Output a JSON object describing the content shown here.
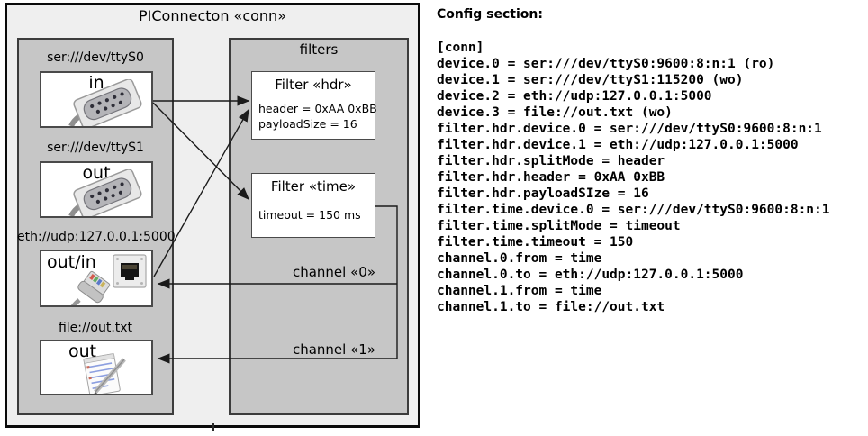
{
  "diagram": {
    "title": "PIConnecton «conn»",
    "devices": [
      {
        "uri": "ser:///dev/ttyS0",
        "direction": "in",
        "icon": "serial-connector"
      },
      {
        "uri": "ser:///dev/ttyS1",
        "direction": "out",
        "icon": "serial-connector"
      },
      {
        "uri": "eth://udp:127.0.0.1:5000",
        "direction": "out/in",
        "icon": "ethernet-jack-and-plug"
      },
      {
        "uri": "file://out.txt",
        "direction": "out",
        "icon": "notepad"
      }
    ],
    "filters_title": "filters",
    "filters": [
      {
        "title": "Filter «hdr»",
        "properties": [
          "header = 0xAA 0xBB",
          "payloadSize = 16"
        ]
      },
      {
        "title": "Filter «time»",
        "properties": [
          "timeout = 150 ms"
        ]
      }
    ],
    "channels": [
      {
        "label": "channel «0»"
      },
      {
        "label": "channel «1»"
      }
    ]
  },
  "config": {
    "heading": "Config section:",
    "lines": [
      "[conn]",
      "device.0 = ser:///dev/ttyS0:9600:8:n:1 (ro)",
      "device.1 = ser:///dev/ttyS1:115200 (wo)",
      "device.2 = eth://udp:127.0.0.1:5000",
      "device.3 = file://out.txt (wo)",
      "filter.hdr.device.0 = ser:///dev/ttyS0:9600:8:n:1",
      "filter.hdr.device.1 = eth://udp:127.0.0.1:5000",
      "filter.hdr.splitMode = header",
      "filter.hdr.header = 0xAA 0xBB",
      "filter.hdr.payloadSIze = 16",
      "filter.time.device.0 = ser:///dev/ttyS0:9600:8:n:1",
      "filter.time.splitMode = timeout",
      "filter.time.timeout = 150",
      "channel.0.from = time",
      "channel.0.to = eth://udp:127.0.0.1:5000",
      "channel.1.from = time",
      "channel.1.to = file://out.txt"
    ]
  },
  "colors": {
    "outer_background": "#efefef",
    "panel_background": "#c6c6c6",
    "box_background": "#ffffff",
    "line": "#1a1a1a"
  }
}
